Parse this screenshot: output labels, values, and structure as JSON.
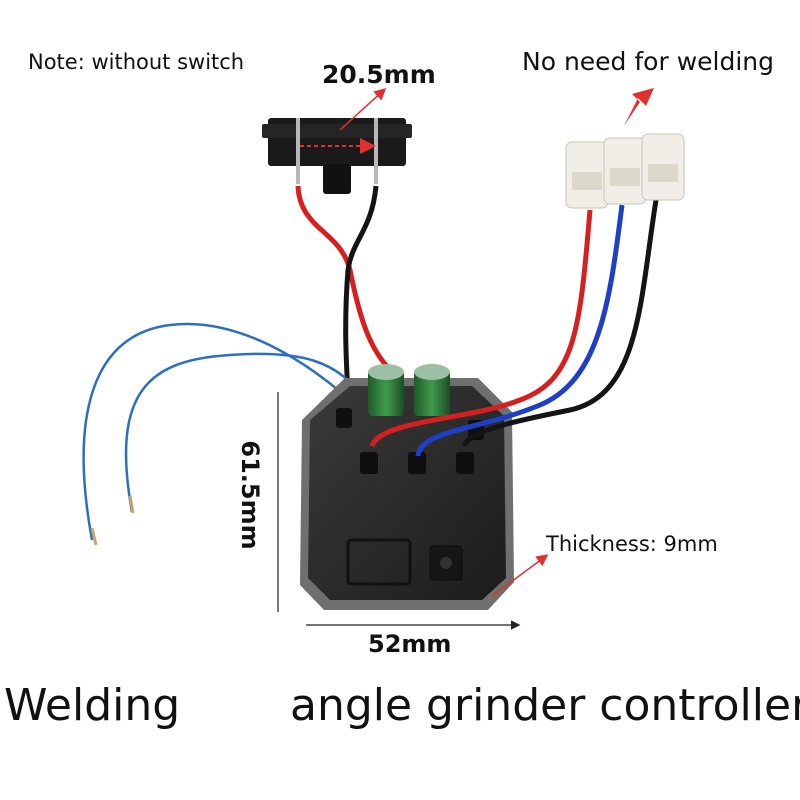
{
  "labels": {
    "note": "Note: without switch",
    "no_welding": "No need for welding",
    "switch_width": "20.5mm",
    "board_height": "61.5mm",
    "thickness": "Thickness: 9mm",
    "board_width": "52mm"
  },
  "captions": {
    "left": "Welding",
    "right": "angle grinder controller"
  },
  "colors": {
    "wire_red": "#d81f1f",
    "wire_blue": "#1f3fc8",
    "wire_black": "#141414",
    "wire_signal_blue": "#2b6fc0",
    "arrow_red": "#e03030",
    "board": "#2a2a2a",
    "connector": "#f0eee6"
  }
}
